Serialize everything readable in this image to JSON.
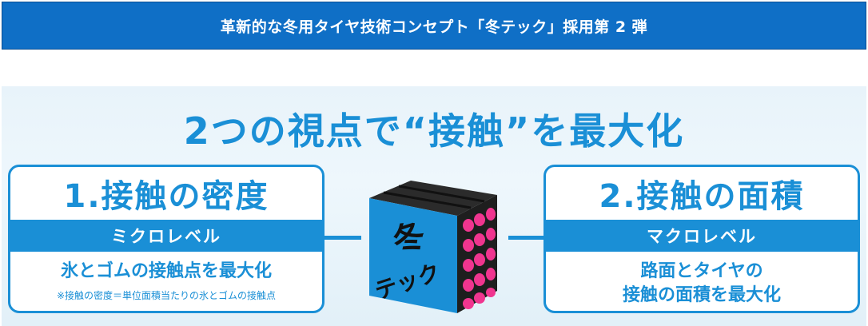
{
  "banner": {
    "title": "革新的な冬用タイヤ技術コンセプト「冬テック」採用第 2 弾"
  },
  "headline": "2つの視点で“接触”を最大化",
  "left_box": {
    "heading": "1.接触の密度",
    "band": "ミクロレベル",
    "desc_lines": [
      "氷とゴムの接触点を最大化"
    ],
    "note": "※接触の密度＝単位面積当たりの氷とゴムの接触点"
  },
  "right_box": {
    "heading": "2.接触の面積",
    "band": "マクロレベル",
    "desc_lines": [
      "路面とタイヤの",
      "接触の面積を最大化"
    ]
  },
  "cube": {
    "logo_top": "冬",
    "logo_bottom": "テック"
  },
  "colors": {
    "brand_blue": "#1a8fd6",
    "banner_blue": "#0f6fc6",
    "dot_pink": "#f0358f"
  }
}
